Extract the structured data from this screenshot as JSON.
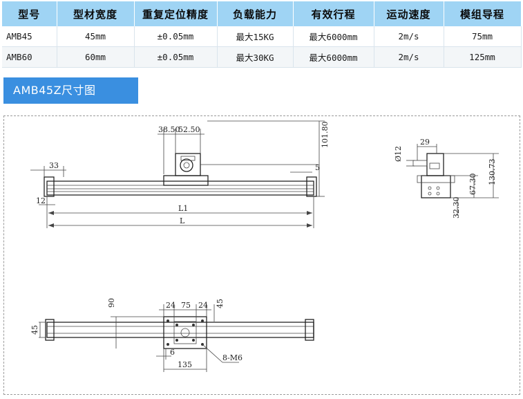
{
  "spec_table": {
    "headers": [
      "型号",
      "型材宽度",
      "重复定位精度",
      "负载能力",
      "有效行程",
      "运动速度",
      "模组导程"
    ],
    "rows": [
      [
        "AMB45",
        "45mm",
        "±0.05mm",
        "最大15KG",
        "最大6000mm",
        "2m/s",
        "75mm"
      ],
      [
        "AMB60",
        "60mm",
        "±0.05mm",
        "最大30KG",
        "最大6000mm",
        "2m/s",
        "125mm"
      ]
    ]
  },
  "section_title": "AMB45Z尺寸图",
  "front_view": {
    "dim_motor_left": "38.50",
    "dim_motor_right": "52.50",
    "dim_height": "101.80",
    "dim_end": "33",
    "dim_offset": "5",
    "dim_base": "12",
    "dim_l1": "L1",
    "dim_l": "L"
  },
  "side_view": {
    "dim_shaft": "Ø12",
    "dim_width": "29",
    "dim_total_h": "130.73",
    "dim_mid_h": "67.30",
    "dim_low_h": "32.30"
  },
  "top_view": {
    "dim_90": "90",
    "dim_24a": "24",
    "dim_75": "75",
    "dim_24b": "24",
    "dim_45_right": "45",
    "dim_45_left": "45",
    "dim_6": "6",
    "dim_135": "135",
    "hole_label": "8-M6"
  },
  "colors": {
    "table_header": "#9fd4f4",
    "banner": "#3a8fe0"
  }
}
